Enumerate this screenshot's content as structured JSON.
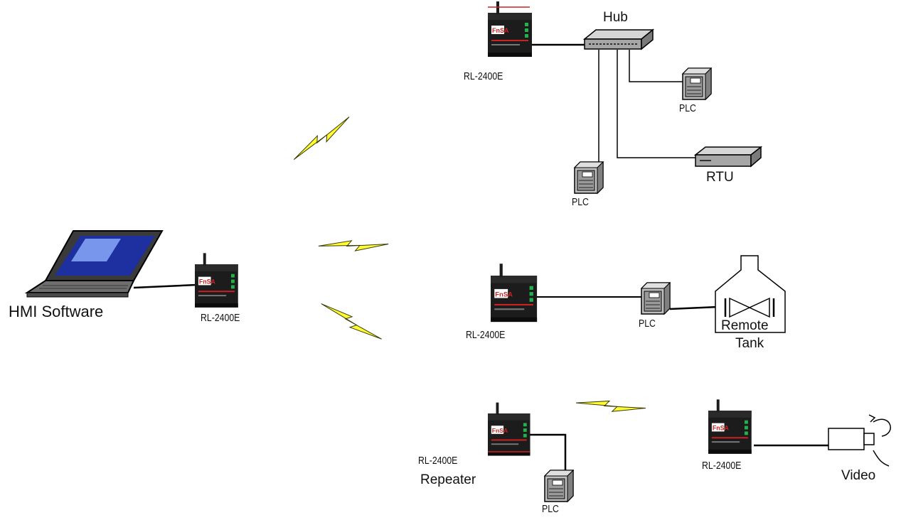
{
  "labels": {
    "hmi_software": "HMI Software",
    "radio_base": "RL-2400E",
    "radio_hub": "RL-2400E",
    "hub": "Hub",
    "plc_hub_right": "PLC",
    "plc_hub_bottom": "PLC",
    "rtu": "RTU",
    "radio_tank": "RL-2400E",
    "plc_tank": "PLC",
    "tank_line1": "Remote",
    "tank_line2": "Tank",
    "radio_repeater": "RL-2400E",
    "repeater": "Repeater",
    "plc_repeater": "PLC",
    "radio_video": "RL-2400E",
    "video": "Video"
  },
  "device_badge": "FnSA",
  "colors": {
    "wire": "#000000",
    "lightning": "#ffff33",
    "lightning_outline": "#3a3a00",
    "laptop_screen": "#1e2fa0",
    "laptop_screen_highlight": "#8fb0ff",
    "laptop_body": "#6e6e6e",
    "radio_body": "#1c1c1c",
    "radio_accent": "#cc2222",
    "radio_led": "#22b14c",
    "device_grey": "#a6a6a6"
  }
}
